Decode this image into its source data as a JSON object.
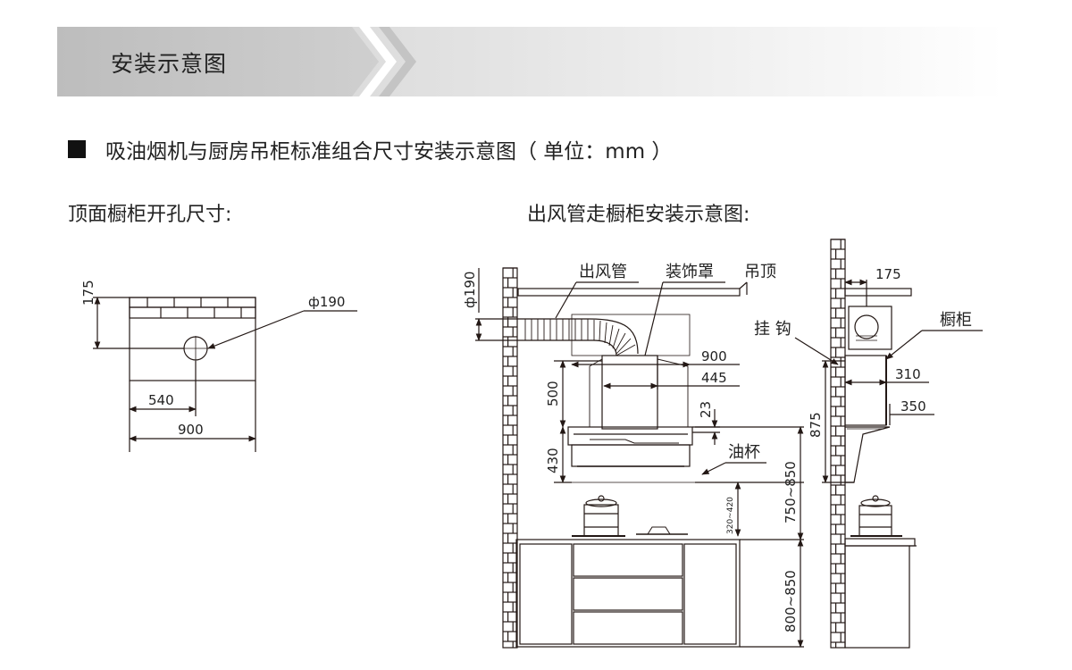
{
  "banner": {
    "title": "安装示意图"
  },
  "heading": "吸油烟机与厨房吊柜标准组合尺寸安装示意图（ 单位：mm ）",
  "top_view": {
    "caption": "顶面橱柜开孔尺寸:",
    "dims": {
      "d175": "175",
      "phi190": "ф190",
      "d540": "540",
      "d900": "900"
    }
  },
  "duct_view": {
    "caption": "出风管走橱柜安装示意图:",
    "labels": {
      "duct": "出风管",
      "cover": "装饰罩",
      "ceiling": "吊顶",
      "oil_cup": "油杯"
    },
    "dims": {
      "phi190": "ф190",
      "d900": "900",
      "d445": "445",
      "d500": "500",
      "d23": "23",
      "d430": "430",
      "d750_850": "750~850",
      "d800_850": "800~850",
      "d320_420": "320~420"
    }
  },
  "side_view": {
    "labels": {
      "hook": "挂 钩",
      "cabinet": "橱柜"
    },
    "dims": {
      "d175": "175",
      "d310": "310",
      "d350": "350",
      "d875": "875"
    }
  },
  "colors": {
    "line": "#231815",
    "brick_fill": "#ffffff",
    "banner_gray": "#c9c9c9"
  }
}
